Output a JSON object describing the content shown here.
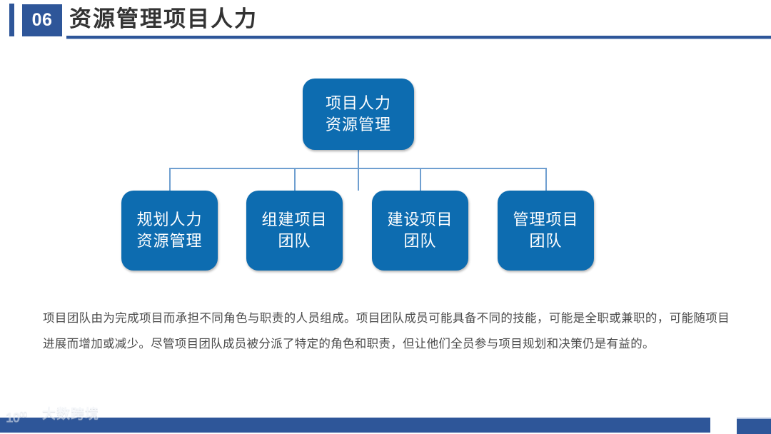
{
  "slide": {
    "number": "06",
    "title": "资源管理项目人力"
  },
  "diagram": {
    "type": "org-chart",
    "root": {
      "label": "项目人力\n资源管理"
    },
    "children": [
      {
        "label": "规划人力\n资源管理"
      },
      {
        "label": "组建项目\n团队"
      },
      {
        "label": "建设项目\n团队"
      },
      {
        "label": "管理项目\n团队"
      }
    ]
  },
  "body": {
    "paragraph": "项目团队由为完成项目而承担不同角色与职责的人员组成。项目团队成员可能具备不同的技能，可能是全职或兼职的，可能随项目进展而增加或减少。尽管项目团队成员被分派了特定的角色和职责，但让他们全员参与项目规划和决策仍是有益的。"
  },
  "footer": {
    "watermark_mark": "10",
    "watermark_sup": "00",
    "watermark_text": "大数跨境"
  },
  "colors": {
    "header_blue": "#2E5699",
    "node_blue": "#0D6CB0",
    "connector_blue": "#6F9FD0",
    "title_text": "#333333",
    "body_text": "#4A4A4A"
  }
}
